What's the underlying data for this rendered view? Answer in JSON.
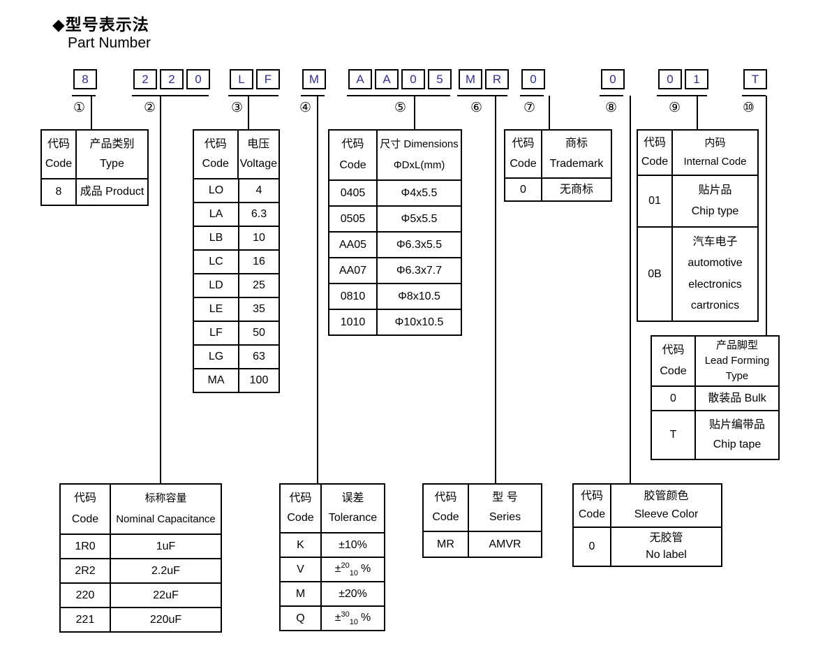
{
  "title": {
    "cn": "◆型号表示法",
    "en": "Part Number"
  },
  "markers": [
    "①",
    "②",
    "③",
    "④",
    "⑤",
    "⑥",
    "⑦",
    "⑧",
    "⑨",
    "⑩"
  ],
  "part_number": {
    "char_color": "#2e2ea0",
    "groups": [
      {
        "chars": [
          "8"
        ]
      },
      {
        "chars": [
          "2",
          "2",
          "0"
        ]
      },
      {
        "chars": [
          "L",
          "F"
        ]
      },
      {
        "chars": [
          "M"
        ]
      },
      {
        "chars": [
          "A",
          "A",
          "0",
          "5"
        ]
      },
      {
        "chars": [
          "M",
          "R"
        ]
      },
      {
        "chars": [
          "0"
        ]
      },
      {
        "chars": [
          "0"
        ]
      },
      {
        "chars": [
          "0",
          "1"
        ]
      },
      {
        "chars": [
          "T"
        ]
      }
    ]
  },
  "tables": {
    "type": {
      "header": {
        "code_cn": "代码",
        "code_en": "Code",
        "val_cn": "产品类别",
        "val_en": "Type"
      },
      "rows": [
        {
          "code": "8",
          "value": "成品 Product"
        }
      ]
    },
    "voltage": {
      "header": {
        "code_cn": "代码",
        "code_en": "Code",
        "val_cn": "电压",
        "val_en": "Voltage"
      },
      "rows": [
        {
          "code": "LO",
          "value": "4"
        },
        {
          "code": "LA",
          "value": "6.3"
        },
        {
          "code": "LB",
          "value": "10"
        },
        {
          "code": "LC",
          "value": "16"
        },
        {
          "code": "LD",
          "value": "25"
        },
        {
          "code": "LE",
          "value": "35"
        },
        {
          "code": "LF",
          "value": "50"
        },
        {
          "code": "LG",
          "value": "63"
        },
        {
          "code": "MA",
          "value": "100"
        }
      ]
    },
    "dimensions": {
      "header": {
        "code_cn": "代码",
        "code_en": "Code",
        "val_cn": "尺寸 Dimensions",
        "val_en": "ΦDxL(mm)"
      },
      "rows": [
        {
          "code": "0405",
          "value": "Φ4x5.5"
        },
        {
          "code": "0505",
          "value": "Φ5x5.5"
        },
        {
          "code": "AA05",
          "value": "Φ6.3x5.5"
        },
        {
          "code": "AA07",
          "value": "Φ6.3x7.7"
        },
        {
          "code": "0810",
          "value": "Φ8x10.5"
        },
        {
          "code": "1010",
          "value": "Φ10x10.5"
        }
      ]
    },
    "trademark": {
      "header": {
        "code_cn": "代码",
        "code_en": "Code",
        "val_cn": "商标",
        "val_en": "Trademark"
      },
      "rows": [
        {
          "code": "0",
          "value": "无商标"
        }
      ]
    },
    "internal": {
      "header": {
        "code_cn": "代码",
        "code_en": "Code",
        "val_cn": "内码",
        "val_en": "Internal Code"
      },
      "rows": [
        {
          "code": "01",
          "line1": "贴片品",
          "line2": "Chip type"
        },
        {
          "code": "0B",
          "line1": "汽车电子",
          "line2": "automotive",
          "line3": "electronics",
          "line4": "cartronics"
        }
      ]
    },
    "leadform": {
      "header": {
        "code_cn": "代码",
        "code_en": "Code",
        "val_l1": "产品脚型",
        "val_l2": "Lead Forming",
        "val_l3": "Type"
      },
      "rows": [
        {
          "code": "0",
          "line1": "散装品 Bulk"
        },
        {
          "code": "T",
          "line1": "贴片编带品",
          "line2": "Chip tape"
        }
      ]
    },
    "capacitance": {
      "header": {
        "code_cn": "代码",
        "code_en": "Code",
        "val_cn": "标称容量",
        "val_en": "Nominal Capacitance"
      },
      "rows": [
        {
          "code": "1R0",
          "value": "1uF"
        },
        {
          "code": "2R2",
          "value": "2.2uF"
        },
        {
          "code": "220",
          "value": "22uF"
        },
        {
          "code": "221",
          "value": "220uF"
        }
      ]
    },
    "tolerance": {
      "header": {
        "code_cn": "代码",
        "code_en": "Code",
        "val_cn": "误差",
        "val_en": "Tolerance"
      },
      "rows": [
        {
          "code": "K",
          "value": "±10%"
        },
        {
          "code": "V",
          "prefix": "±",
          "sup": "20",
          "sub": "10",
          "suffix": "%"
        },
        {
          "code": "M",
          "value": "±20%"
        },
        {
          "code": "Q",
          "prefix": "±",
          "sup": "30",
          "sub": "10",
          "suffix": "%"
        }
      ]
    },
    "series": {
      "header": {
        "code_cn": "代码",
        "code_en": "Code",
        "val_cn": "型 号",
        "val_en": "Series"
      },
      "rows": [
        {
          "code": "MR",
          "value": "AMVR"
        }
      ]
    },
    "sleeve": {
      "header": {
        "code_cn": "代码",
        "code_en": "Code",
        "val_cn": "胶管颜色",
        "val_en": "Sleeve Color"
      },
      "rows": [
        {
          "code": "0",
          "line1": "无胶管",
          "line2": "No label"
        }
      ]
    }
  }
}
